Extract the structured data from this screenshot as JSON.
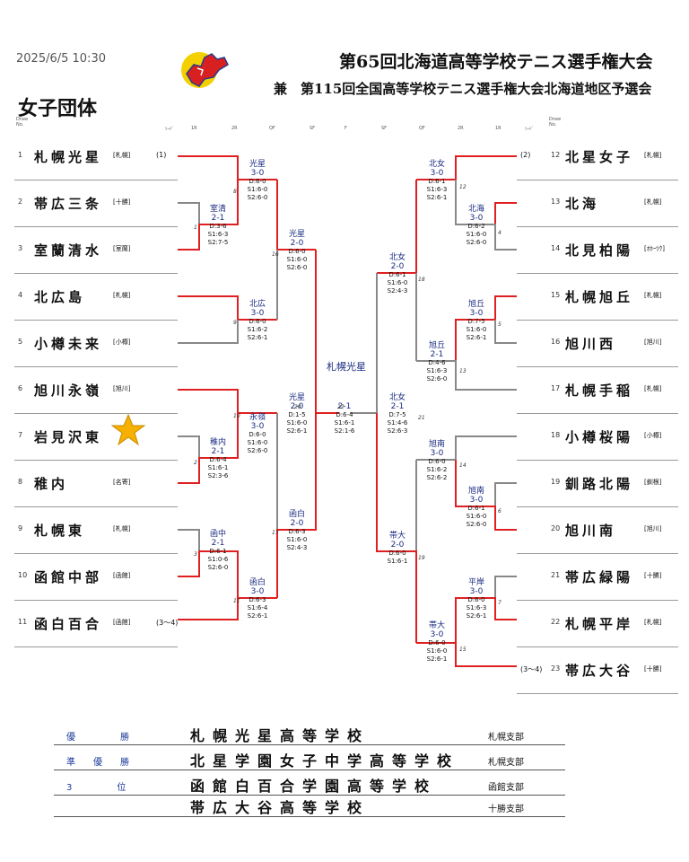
{
  "header": {
    "datetime": "2025/6/5 10:30",
    "title": "第65回北海道高等学校テニス選手権大会",
    "subtitle": "兼　第115回全国高等学校テニス選手権大会北海道地区予選会",
    "event": "女子団体",
    "draw_label_l": "Draw No.",
    "draw_label_r": "Draw No.",
    "round_labels_left": [
      "ｼｰﾄﾞ",
      "1R",
      "2R",
      "QF",
      "SF",
      "F"
    ],
    "round_labels_right": [
      "SF",
      "QF",
      "2R",
      "1R",
      "ｼｰﾄﾞ"
    ]
  },
  "left_teams": [
    {
      "no": "1",
      "name": "札幌光星",
      "region": "[札幌]",
      "seed": "(1)"
    },
    {
      "no": "2",
      "name": "帯広三条",
      "region": "[十勝]",
      "seed": ""
    },
    {
      "no": "3",
      "name": "室蘭清水",
      "region": "[室蘭]",
      "seed": ""
    },
    {
      "no": "4",
      "name": "北広島",
      "region": "[札幌]",
      "seed": ""
    },
    {
      "no": "5",
      "name": "小樽未来",
      "region": "[小樽]",
      "seed": ""
    },
    {
      "no": "6",
      "name": "旭川永嶺",
      "region": "[旭川]",
      "seed": ""
    },
    {
      "no": "7",
      "name": "岩見沢東",
      "region": "",
      "seed": ""
    },
    {
      "no": "8",
      "name": "稚内",
      "region": "[名寄]",
      "seed": ""
    },
    {
      "no": "9",
      "name": "札幌東",
      "region": "[札幌]",
      "seed": ""
    },
    {
      "no": "10",
      "name": "函館中部",
      "region": "[函館]",
      "seed": ""
    },
    {
      "no": "11",
      "name": "函白百合",
      "region": "[函館]",
      "seed": "(3～4)"
    }
  ],
  "right_teams": [
    {
      "no": "12",
      "name": "北星女子",
      "region": "[札幌]",
      "seed": "(2)"
    },
    {
      "no": "13",
      "name": "北海",
      "region": "[札幌]",
      "seed": ""
    },
    {
      "no": "14",
      "name": "北見柏陽",
      "region": "[ｵﾎｰﾂｸ]",
      "seed": ""
    },
    {
      "no": "15",
      "name": "札幌旭丘",
      "region": "[札幌]",
      "seed": ""
    },
    {
      "no": "16",
      "name": "旭川西",
      "region": "[旭川]",
      "seed": ""
    },
    {
      "no": "17",
      "name": "札幌手稲",
      "region": "[札幌]",
      "seed": ""
    },
    {
      "no": "18",
      "name": "小樽桜陽",
      "region": "[小樽]",
      "seed": ""
    },
    {
      "no": "19",
      "name": "釧路北陽",
      "region": "[釧根]",
      "seed": ""
    },
    {
      "no": "20",
      "name": "旭川南",
      "region": "[旭川]",
      "seed": ""
    },
    {
      "no": "21",
      "name": "帯広緑陽",
      "region": "[十勝]",
      "seed": ""
    },
    {
      "no": "22",
      "name": "札幌平岸",
      "region": "[札幌]",
      "seed": ""
    },
    {
      "no": "23",
      "name": "帯広大谷",
      "region": "[十勝]",
      "seed": "(3～4)"
    }
  ],
  "matches": [
    {
      "num": "1",
      "w": "室清",
      "s": "2-1",
      "d": "D:3-6",
      "s1": "S1:6-3",
      "s2": "S2:7-5"
    },
    {
      "num": "8",
      "w": "光星",
      "s": "3-0",
      "d": "D:6-0",
      "s1": "S1:6-0",
      "s2": "S2:6-0"
    },
    {
      "num": "9",
      "w": "北広",
      "s": "3-0",
      "d": "D:6-0",
      "s1": "S1:6-2",
      "s2": "S2:6-1"
    },
    {
      "num": "16",
      "w": "光星",
      "s": "2-0",
      "d": "D:6-0",
      "s1": "S1:6-0",
      "s2": "S2:6-0"
    },
    {
      "num": "2",
      "w": "稚内",
      "s": "2-1",
      "d": "D:6-4",
      "s1": "S1:6-1",
      "s2": "S2:3-6"
    },
    {
      "num": "10",
      "w": "永嶺",
      "s": "3-0",
      "d": "D:6-0",
      "s1": "S1:6-0",
      "s2": "S2:6-0"
    },
    {
      "num": "3",
      "w": "函中",
      "s": "2-1",
      "d": "D:6-1",
      "s1": "S1:0-6",
      "s2": "S2:6-0"
    },
    {
      "num": "11",
      "w": "函白",
      "s": "3-0",
      "d": "D:6-3",
      "s1": "S1:6-4",
      "s2": "S2:6-1"
    },
    {
      "num": "17",
      "w": "函白",
      "s": "2-0",
      "d": "D:6-3",
      "s1": "S1:6-0",
      "s2": "S2:4-3"
    },
    {
      "num": "20",
      "w": "光星",
      "s": "2-0",
      "d": "D:1-5",
      "s1": "S1:6-0",
      "s2": "S2:6-1"
    },
    {
      "num": "22",
      "w": "",
      "s": "2-1",
      "d": "D:6-4",
      "s1": "S1:6-1",
      "s2": "S2:1-6"
    },
    {
      "num": "12",
      "w": "北女",
      "s": "3-0",
      "d": "D:6-1",
      "s1": "S1:6-3",
      "s2": "S2:6-1"
    },
    {
      "num": "4",
      "w": "北海",
      "s": "3-0",
      "d": "D:6-2",
      "s1": "S1:6-0",
      "s2": "S2:6-0"
    },
    {
      "num": "18",
      "w": "北女",
      "s": "2-0",
      "d": "D:6-1",
      "s1": "S1:6-0",
      "s2": "S2:4-3"
    },
    {
      "num": "5",
      "w": "旭丘",
      "s": "3-0",
      "d": "D:7-5",
      "s1": "S1:6-0",
      "s2": "S2:6-1"
    },
    {
      "num": "13",
      "w": "旭丘",
      "s": "2-1",
      "d": "D:4-6",
      "s1": "S1:6-3",
      "s2": "S2:6-0"
    },
    {
      "num": "21",
      "w": "北女",
      "s": "2-1",
      "d": "D:7-5",
      "s1": "S1:4-6",
      "s2": "S2:6-3"
    },
    {
      "num": "14",
      "w": "旭南",
      "s": "3-0",
      "d": "D:6-0",
      "s1": "S1:6-2",
      "s2": "S2:6-2"
    },
    {
      "num": "6",
      "w": "旭南",
      "s": "3-0",
      "d": "D:6-1",
      "s1": "S1:6-0",
      "s2": "S2:6-0"
    },
    {
      "num": "19",
      "w": "帯大",
      "s": "2-0",
      "d": "D:6-0",
      "s1": "S1:6-1",
      "s2": ""
    },
    {
      "num": "7",
      "w": "平岸",
      "s": "3-0",
      "d": "D:6-0",
      "s1": "S1:6-3",
      "s2": "S2:6-1"
    },
    {
      "num": "15",
      "w": "帯大",
      "s": "3-0",
      "d": "D:6-0",
      "s1": "S1:6-0",
      "s2": "S2:6-1"
    }
  ],
  "champion": "札幌光星",
  "results": [
    {
      "rank": "優　　　　　勝",
      "school": "札幌光星高等学校",
      "branch": "札幌支部"
    },
    {
      "rank": "準　　優　　勝",
      "school": "北星学園女子中学高等学校",
      "branch": "札幌支部"
    },
    {
      "rank": "3　　　　　位",
      "school": "函館白百合学園高等学校",
      "branch": "函館支部"
    },
    {
      "rank": "",
      "school": "帯広大谷高等学校",
      "branch": "十勝支部"
    }
  ],
  "colors": {
    "win": "#e02020",
    "lose": "#888888",
    "accent": "#1a2a80"
  }
}
